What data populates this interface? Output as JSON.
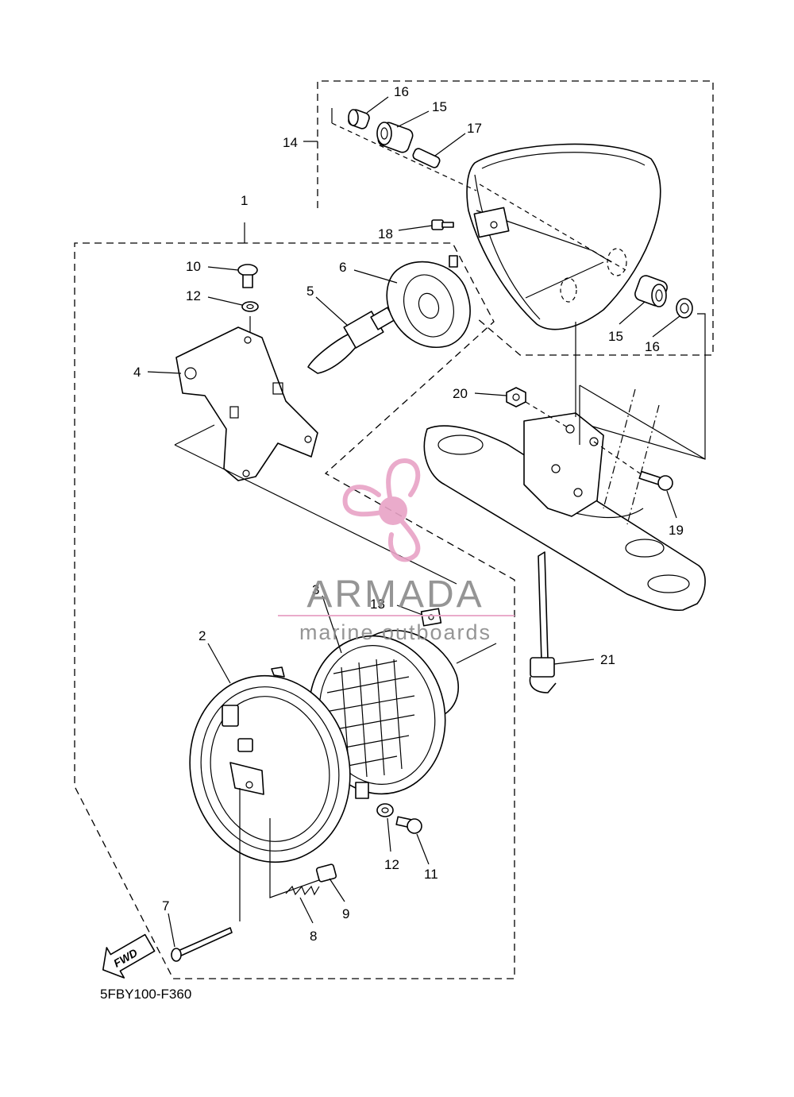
{
  "diagram": {
    "code": "5FBY100-F360",
    "fwd_label": "FWD",
    "callouts": {
      "c1": "1",
      "c2": "2",
      "c3": "3",
      "c4": "4",
      "c5": "5",
      "c6": "6",
      "c7": "7",
      "c8": "8",
      "c9": "9",
      "c10": "10",
      "c11": "11",
      "c12a": "12",
      "c12b": "12",
      "c13": "13",
      "c14": "14",
      "c15a": "15",
      "c15b": "15",
      "c16a": "16",
      "c16b": "16",
      "c17": "17",
      "c18": "18",
      "c19": "19",
      "c20": "20",
      "c21": "21"
    }
  },
  "watermark": {
    "brand": "ARMADA",
    "tagline": "marine outboards",
    "colors": {
      "pink": "#e8a3c6",
      "gray": "#8a8a8a"
    }
  }
}
